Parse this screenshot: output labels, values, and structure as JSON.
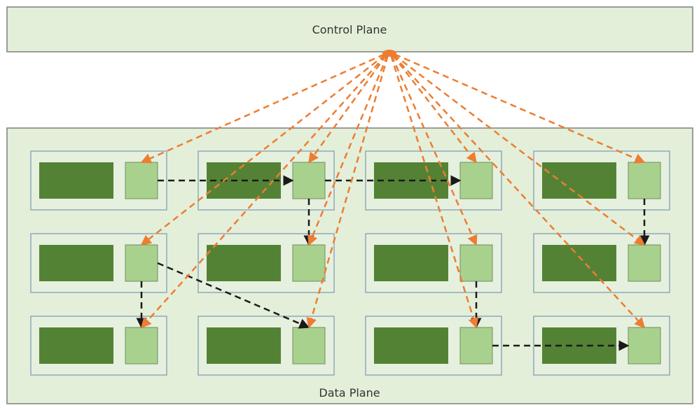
{
  "control_plane": {
    "label": "Control Plane"
  },
  "data_plane": {
    "label": "Data Plane"
  },
  "colors": {
    "plane_fill": "#e3efd9",
    "plane_stroke": "#7f7f7f",
    "node_fill": "#e6f0df",
    "node_stroke": "#8eaab8",
    "workload_fill": "#548235",
    "proxy_fill": "#a9d18e",
    "proxy_stroke": "#6f8f5c",
    "control_link": "#ed7d31",
    "data_link": "#1a1a1a"
  },
  "grid": {
    "rows": 3,
    "columns": 4
  },
  "control_links": [
    [
      0,
      0
    ],
    [
      0,
      1
    ],
    [
      0,
      2
    ],
    [
      0,
      3
    ],
    [
      1,
      0
    ],
    [
      1,
      1
    ],
    [
      1,
      2
    ],
    [
      1,
      3
    ],
    [
      2,
      0
    ],
    [
      2,
      1
    ],
    [
      2,
      2
    ],
    [
      2,
      3
    ]
  ],
  "data_links": [
    {
      "from": [
        0,
        0
      ],
      "to": [
        0,
        1
      ]
    },
    {
      "from": [
        0,
        1
      ],
      "to": [
        0,
        2
      ]
    },
    {
      "from": [
        0,
        1
      ],
      "to": [
        1,
        1
      ]
    },
    {
      "from": [
        0,
        3
      ],
      "to": [
        1,
        3
      ]
    },
    {
      "from": [
        1,
        0
      ],
      "to": [
        2,
        0
      ]
    },
    {
      "from": [
        1,
        0
      ],
      "to": [
        2,
        1
      ]
    },
    {
      "from": [
        1,
        2
      ],
      "to": [
        2,
        2
      ]
    },
    {
      "from": [
        2,
        2
      ],
      "to": [
        2,
        3
      ]
    }
  ]
}
